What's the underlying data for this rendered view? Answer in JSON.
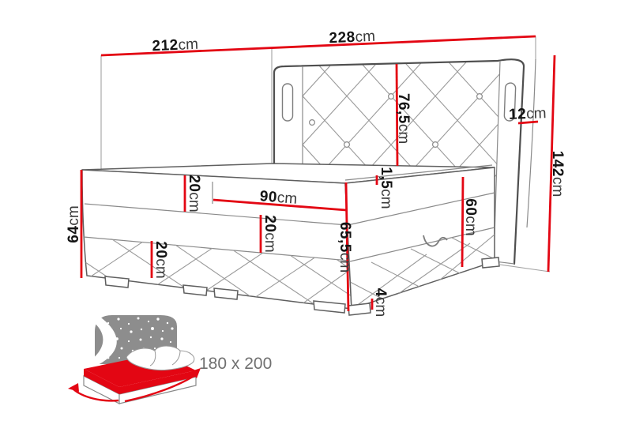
{
  "title": "Boxspring bed dimension diagram",
  "colors": {
    "accent_red": "#e30613",
    "outline_gray": "#5f5f5f",
    "extension_gray": "#a3a3a3",
    "icon_panel_gray": "#8d8d8d",
    "number_text": "#141414",
    "unit_text": "#3a3a3a",
    "badge_text": "#707070"
  },
  "dimensions": {
    "length_with_headboard": {
      "num": "212",
      "unit": "cm"
    },
    "total_width": {
      "num": "228",
      "unit": "cm"
    },
    "headboard_panel_height": {
      "num": "76,5",
      "unit": "cm"
    },
    "headboard_depth": {
      "num": "12",
      "unit": "cm"
    },
    "total_height": {
      "num": "142",
      "unit": "cm"
    },
    "foot_corner_height": {
      "num": "64",
      "unit": "cm"
    },
    "mattress_thickness": {
      "num": "20",
      "unit": "cm"
    },
    "half_width": {
      "num": "90",
      "unit": "cm"
    },
    "frame_thickness": {
      "num": "20",
      "unit": "cm"
    },
    "base_thickness": {
      "num": "20",
      "unit": "cm"
    },
    "topper_thickness": {
      "num": "1,5",
      "unit": "cm"
    },
    "side_rail_height": {
      "num": "60",
      "unit": "cm"
    },
    "front_corner_height": {
      "num": "65,5",
      "unit": "cm"
    },
    "leg_height": {
      "num": "4",
      "unit": "cm"
    }
  },
  "badge": {
    "size_label": "180 x 200"
  }
}
